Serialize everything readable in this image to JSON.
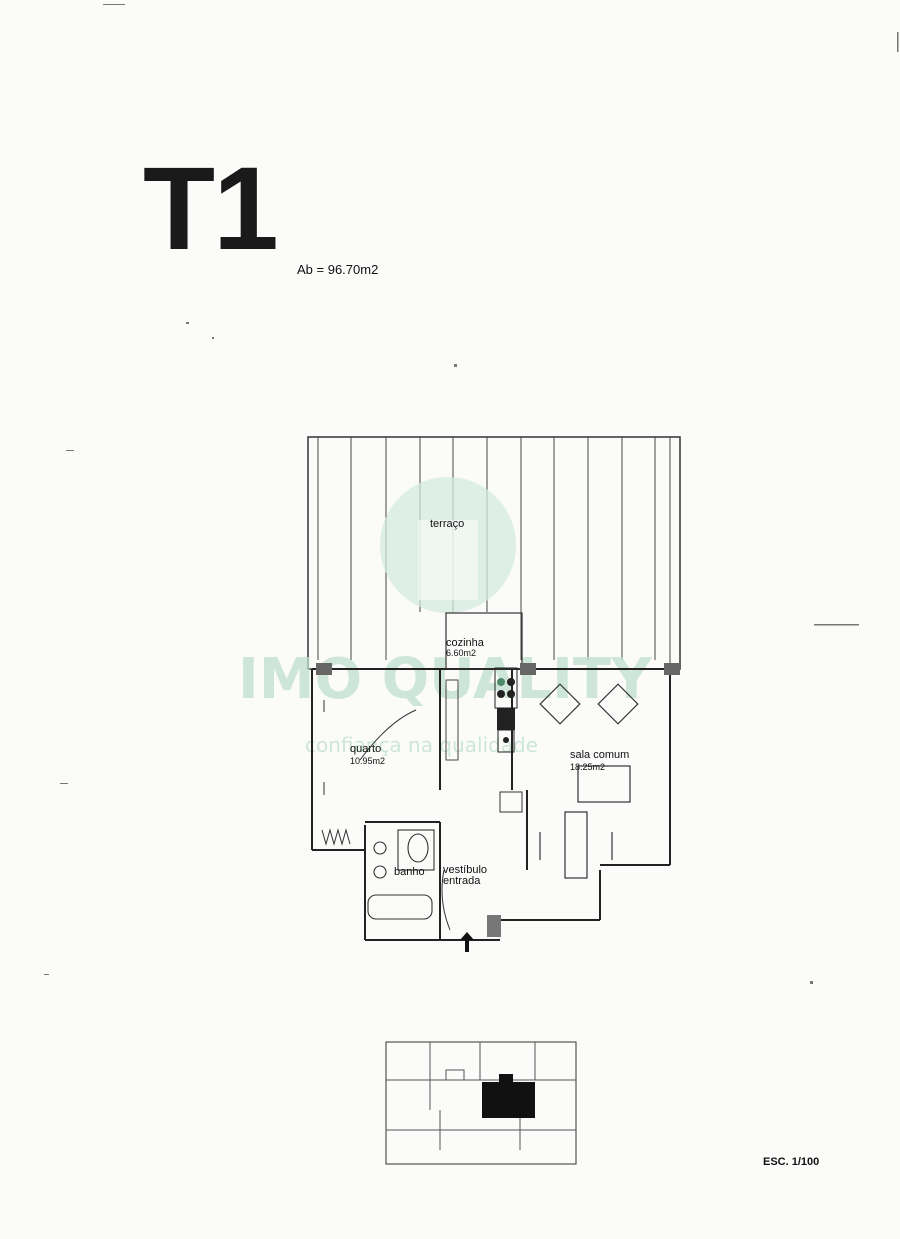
{
  "title": "T1",
  "area_total": "Ab = 96.70m2",
  "scale": "ESC. 1/100",
  "watermark": {
    "brand": "IMO QUALITY",
    "tagline": "confiança na qualidade",
    "color": "#bfe0cf"
  },
  "rooms": {
    "terrace": {
      "name": "terraço"
    },
    "kitchen": {
      "name": "cozinha",
      "area": "6.60m2"
    },
    "bedroom": {
      "name": "quarto",
      "area": "10.95m2"
    },
    "living": {
      "name": "sala comum",
      "area": "18.25m2"
    },
    "bathroom": {
      "name": "banho"
    },
    "hall": {
      "name": "vestíbulo",
      "sub": "entrada"
    }
  }
}
